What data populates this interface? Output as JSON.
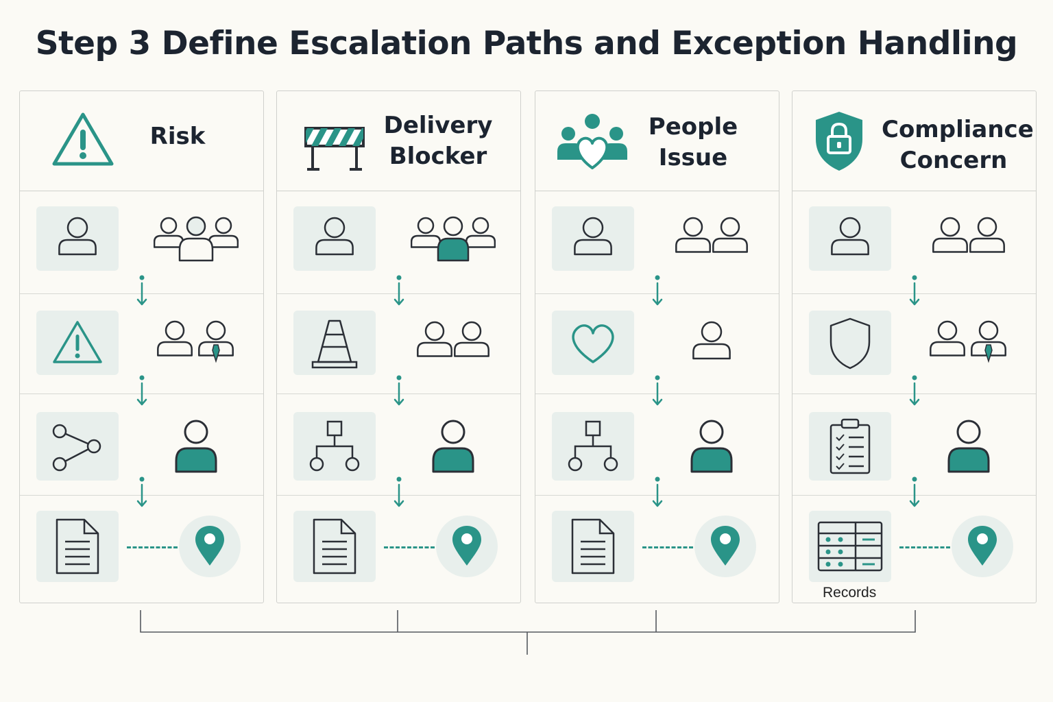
{
  "title": "Step 3 Define Escalation Paths and Exception Handling",
  "colors": {
    "accent": "#2a9488",
    "stroke": "#2b2f36",
    "tile": "#e8efec",
    "border": "#cfd0cc",
    "background": "#fbfaf5"
  },
  "columns": [
    {
      "title": "Risk",
      "header_icon": "warning-triangle-icon",
      "rows": [
        {
          "left_icon": "person-icon",
          "right_icon": "group-of-three-icon"
        },
        {
          "left_icon": "warning-triangle-icon",
          "right_icon": "manager-pair-icon"
        },
        {
          "left_icon": "share-nodes-icon",
          "right_icon": "executive-person-icon"
        },
        {
          "left_icon": "document-icon",
          "right_icon": "location-pin-icon"
        }
      ]
    },
    {
      "title": "Delivery\nBlocker",
      "header_icon": "barrier-icon",
      "rows": [
        {
          "left_icon": "person-icon",
          "right_icon": "group-of-three-highlight-icon"
        },
        {
          "left_icon": "traffic-cone-icon",
          "right_icon": "pair-of-people-icon"
        },
        {
          "left_icon": "org-chart-icon",
          "right_icon": "executive-person-icon"
        },
        {
          "left_icon": "document-icon",
          "right_icon": "location-pin-icon"
        }
      ]
    },
    {
      "title": "People\nIssue",
      "header_icon": "people-heart-icon",
      "rows": [
        {
          "left_icon": "person-icon",
          "right_icon": "pair-of-people-icon"
        },
        {
          "left_icon": "heart-icon",
          "right_icon": "person-icon"
        },
        {
          "left_icon": "org-chart-icon",
          "right_icon": "executive-person-icon"
        },
        {
          "left_icon": "document-icon",
          "right_icon": "location-pin-icon"
        }
      ]
    },
    {
      "title": "Compliance\nConcern",
      "header_icon": "shield-lock-icon",
      "rows": [
        {
          "left_icon": "person-icon",
          "right_icon": "pair-of-people-icon"
        },
        {
          "left_icon": "shield-icon",
          "right_icon": "manager-pair-icon"
        },
        {
          "left_icon": "checklist-clipboard-icon",
          "right_icon": "executive-person-icon"
        },
        {
          "left_icon": "records-grid-icon",
          "right_icon": "location-pin-icon",
          "left_label": "Records"
        }
      ]
    }
  ]
}
